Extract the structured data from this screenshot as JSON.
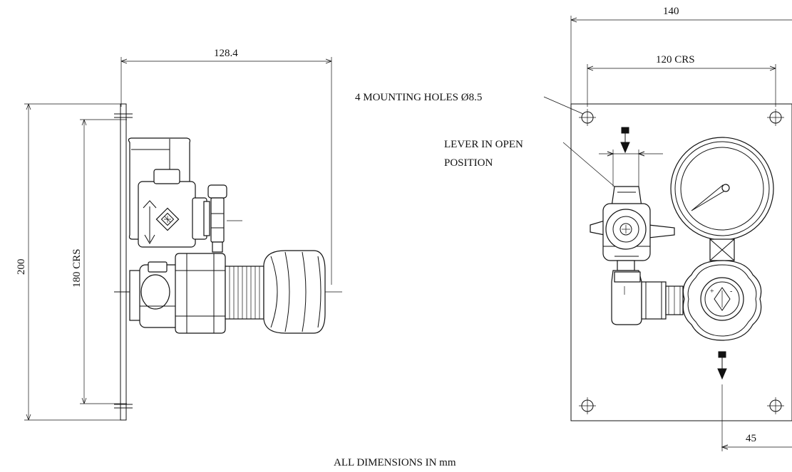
{
  "side_view": {
    "width_label": "128.4",
    "height_label": "200",
    "crs_label": "180 CRS"
  },
  "front_view": {
    "width_label": "140",
    "crs_label": "120 CRS",
    "offset_label": "45",
    "callout_holes": "4 MOUNTING HOLES Ø8.5",
    "callout_lever_line1": "LEVER IN OPEN",
    "callout_lever_line2": "POSITION"
  },
  "footer": {
    "note": "ALL DIMENSIONS IN mm"
  }
}
